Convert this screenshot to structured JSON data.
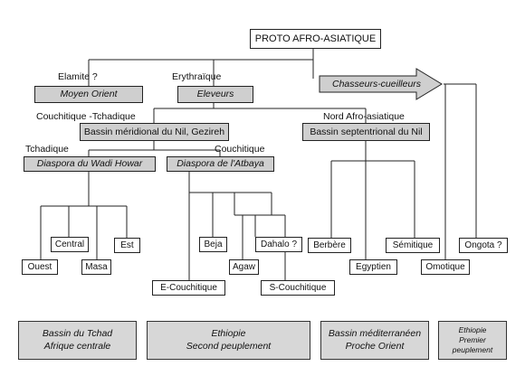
{
  "root": "PROTO AFRO-ASIATIQUE",
  "branches": {
    "elamite": "Elamite ?",
    "erythraique": "Erythraïque",
    "couchitique_tchadique": "Couchitique -Tchadique",
    "nord_afro_asiatique": "Nord Afro-asiatique",
    "tchadique": "Tchadique",
    "couchitique": "Couchitique"
  },
  "groups": {
    "moyen_orient": "Moyen Orient",
    "eleveurs": "Eleveurs",
    "chasseurs_cueilleurs": "Chasseurs-cueilleurs",
    "bassin_meridional": "Bassin méridional du Nil, Gezireh",
    "bassin_septentrional": "Bassin septentrional du Nil",
    "diaspora_wadi_howar": "Diaspora du Wadi Howar",
    "diaspora_atbaya": "Diaspora de l'Atbaya"
  },
  "languages": {
    "central": "Central",
    "est": "Est",
    "ouest": "Ouest",
    "masa": "Masa",
    "beja": "Beja",
    "dahalo": "Dahalo ?",
    "agaw": "Agaw",
    "e_couchitique": "E-Couchitique",
    "s_couchitique": "S-Couchitique",
    "berbere": "Berbère",
    "semitique": "Sémitique",
    "egyptien": "Egyptien",
    "ongota": "Ongota ?",
    "omotique": "Omotique"
  },
  "regions": [
    {
      "line1": "Bassin du Tchad",
      "line2": "Afrique centrale",
      "line3": ""
    },
    {
      "line1": "Ethiopie",
      "line2": "Second peuplement",
      "line3": ""
    },
    {
      "line1": "Bassin méditerranéen",
      "line2": "Proche Orient",
      "line3": ""
    },
    {
      "line1": "Ethiopie",
      "line2": "Premier",
      "line3": "peuplement"
    }
  ]
}
